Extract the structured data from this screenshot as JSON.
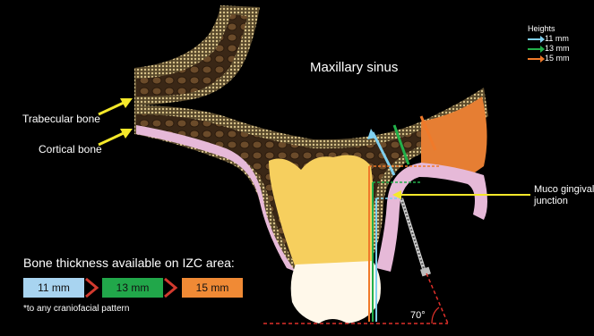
{
  "labels": {
    "maxillary_sinus": "Maxillary sinus",
    "trabecular_bone": "Trabecular bone",
    "cortical_bone": "Cortical bone",
    "muco_gingival": "Muco gingival\njunction",
    "angle": "70°"
  },
  "legend": {
    "title": "Heights",
    "items": [
      {
        "label": "11 mm",
        "color": "#7fd0f0"
      },
      {
        "label": "13 mm",
        "color": "#22b04a"
      },
      {
        "label": "15 mm",
        "color": "#f07a2a"
      }
    ]
  },
  "bone_thickness": {
    "title": "Bone thickness available on IZC area:",
    "boxes": [
      {
        "label": "11 mm",
        "color": "#a8d4f0"
      },
      {
        "label": "13 mm",
        "color": "#21a74a"
      },
      {
        "label": "15 mm",
        "color": "#f08a35"
      }
    ],
    "note": "*to any craniofacial pattern"
  },
  "colors": {
    "background": "#000000",
    "gingiva": "#e6b9d8",
    "trabecular": "#4a3420",
    "cortical": "#b5985d",
    "tooth_crown": "#fff8ea",
    "tooth_root": "#f6cf5e",
    "sinus_flap": "#e67e33",
    "arrow_yellow": "#f4e82a",
    "angle_line": "#e0302a"
  }
}
